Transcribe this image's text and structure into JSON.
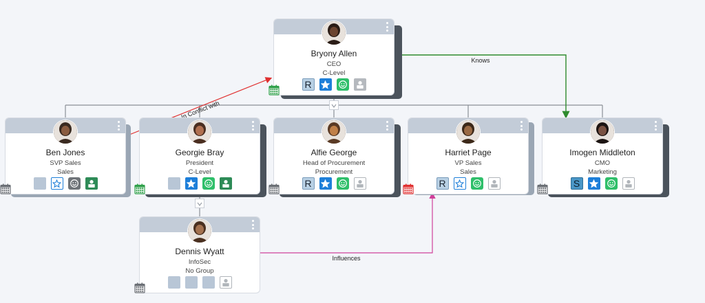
{
  "people": [
    {
      "id": "bryony",
      "name": "Bryony Allen",
      "title": "CEO",
      "group": "C-Level",
      "icons": [
        "R",
        "star",
        "smile",
        "person"
      ],
      "calendar": "green"
    },
    {
      "id": "ben",
      "name": "Ben Jones",
      "title": "SVP Sales",
      "group": "Sales",
      "icons": [
        "plain",
        "starO",
        "smileG",
        "personG"
      ],
      "calendar": "gray"
    },
    {
      "id": "georgie",
      "name": "Georgie Bray",
      "title": "President",
      "group": "C-Level",
      "icons": [
        "plain",
        "star",
        "smile",
        "personG"
      ],
      "calendar": "green"
    },
    {
      "id": "alfie",
      "name": "Alfie George",
      "title": "Head of Procurement",
      "group": "Procurement",
      "icons": [
        "R",
        "star",
        "smile",
        "personW"
      ],
      "calendar": "gray"
    },
    {
      "id": "harriet",
      "name": "Harriet Page",
      "title": "VP Sales",
      "group": "Sales",
      "icons": [
        "R",
        "starO",
        "smile",
        "personW"
      ],
      "calendar": "red"
    },
    {
      "id": "imogen",
      "name": "Imogen Middleton",
      "title": "CMO",
      "group": "Marketing",
      "icons": [
        "S",
        "star",
        "smile",
        "personW"
      ],
      "calendar": "gray"
    },
    {
      "id": "dennis",
      "name": "Dennis Wyatt",
      "title": "InfoSec",
      "group": "No Group",
      "icons": [
        "plain",
        "plain",
        "plain",
        "personW"
      ],
      "calendar": "gray"
    }
  ],
  "relationships": {
    "knows": "Knows",
    "conflict": "In Conflict with",
    "influences": "Influences"
  },
  "icon_letters": {
    "R": "R",
    "S": "S"
  },
  "colors": {
    "header": "#c3ccd8",
    "connector": "#8a8f96",
    "knows": "#2e8b2e",
    "conflict": "#e03030",
    "influences": "#d0409a",
    "calendar_green": "#2fa04a",
    "calendar_red": "#e03030",
    "calendar_gray": "#6b6f75"
  }
}
